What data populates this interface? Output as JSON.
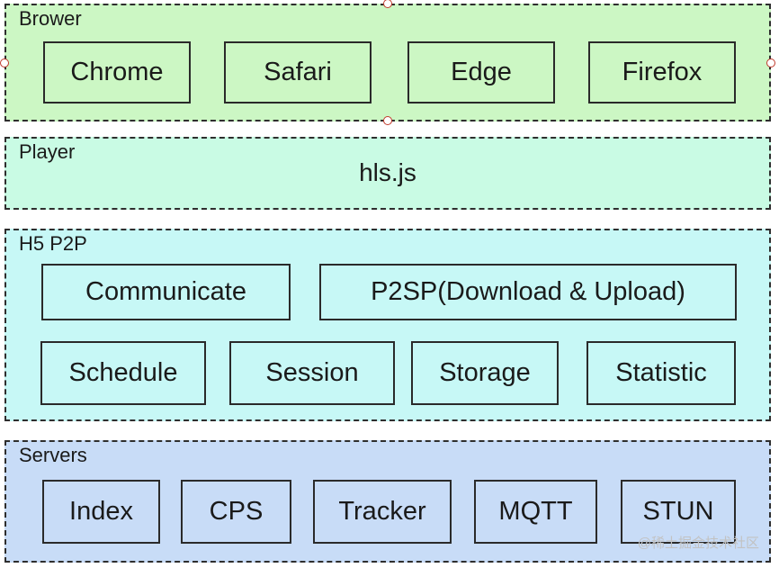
{
  "layers": {
    "browser": {
      "title": "Brower",
      "color": "#ccf7c4",
      "items": [
        "Chrome",
        "Safari",
        "Edge",
        "Firefox"
      ]
    },
    "player": {
      "title": "Player",
      "color": "#c9fbe4",
      "content": "hls.js"
    },
    "h5p2p": {
      "title": "H5 P2P",
      "color": "#c7f8f6",
      "row1": [
        "Communicate",
        "P2SP(Download & Upload)"
      ],
      "row2": [
        "Schedule",
        "Session",
        "Storage",
        "Statistic"
      ]
    },
    "servers": {
      "title": "Servers",
      "color": "#c8dcf7",
      "items": [
        "Index",
        "CPS",
        "Tracker",
        "MQTT",
        "STUN"
      ]
    }
  },
  "watermark": "@稀土掘金技术社区"
}
